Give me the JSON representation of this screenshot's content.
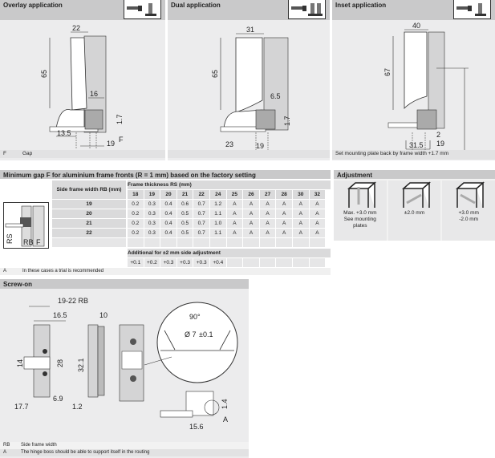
{
  "overlay": {
    "title": "Overlay application",
    "dims": [
      "22",
      "65",
      "16",
      "1.7",
      "F",
      "13.5",
      "19"
    ],
    "legend_key": "F",
    "legend_text": "Gap"
  },
  "dual": {
    "title": "Dual application",
    "dims": [
      "31",
      "65",
      "6.5",
      "1.7",
      "23",
      "19"
    ]
  },
  "inset": {
    "title": "Inset application",
    "dims": [
      "40",
      "67",
      "2",
      "19",
      "31.5"
    ],
    "note": "Set mounting plate back by frame width +1.7 mm"
  },
  "gap_table": {
    "title": "Minimum gap F for aluminium frame fronts (R = 1 mm) based on the factory setting",
    "row_header": "Side frame width RB (mm)",
    "col_group": "Frame thickness RS (mm)",
    "columns": [
      "18",
      "19",
      "20",
      "21",
      "22",
      "24",
      "25",
      "26",
      "27",
      "28",
      "30",
      "32"
    ],
    "rows": [
      {
        "rb": "19",
        "values": [
          "0.2",
          "0.3",
          "0.4",
          "0.6",
          "0.7",
          "1.2",
          "A",
          "A",
          "A",
          "A",
          "A",
          "A"
        ]
      },
      {
        "rb": "20",
        "values": [
          "0.2",
          "0.3",
          "0.4",
          "0.5",
          "0.7",
          "1.1",
          "A",
          "A",
          "A",
          "A",
          "A",
          "A"
        ]
      },
      {
        "rb": "21",
        "values": [
          "0.2",
          "0.3",
          "0.4",
          "0.5",
          "0.7",
          "1.0",
          "A",
          "A",
          "A",
          "A",
          "A",
          "A"
        ]
      },
      {
        "rb": "22",
        "values": [
          "0.2",
          "0.3",
          "0.4",
          "0.5",
          "0.7",
          "1.1",
          "A",
          "A",
          "A",
          "A",
          "A",
          "A"
        ]
      }
    ],
    "additional_title": "Additional for ±2 mm side adjustment",
    "additional": [
      "+0.1",
      "+0.2",
      "+0.3",
      "+0.3",
      "+0.3",
      "+0.4"
    ],
    "diagram_labels": [
      "RS",
      "RB",
      "F"
    ],
    "footnote_key": "A",
    "footnote_text": "In these cases a trial is recommended"
  },
  "adjustment": {
    "title": "Adjustment",
    "items": [
      {
        "lines": [
          "Max. +3.0 mm",
          "See mounting",
          "plates"
        ]
      },
      {
        "lines": [
          "±2.0 mm"
        ]
      },
      {
        "lines": [
          "+3.0 mm",
          "-2.0 mm"
        ]
      }
    ]
  },
  "screw_on": {
    "title": "Screw-on",
    "dims": [
      "19-22 RB",
      "16.5",
      "14",
      "28",
      "6.9",
      "17.7",
      "10",
      "32.1",
      "1.2",
      "90°",
      "Ø 7",
      "±0.1",
      "1.4",
      "15.6",
      "A"
    ],
    "legend": [
      {
        "key": "RB",
        "text": "Side frame width"
      },
      {
        "key": "A",
        "text": "The hinge boss should be able to support itself in the routing"
      }
    ]
  }
}
